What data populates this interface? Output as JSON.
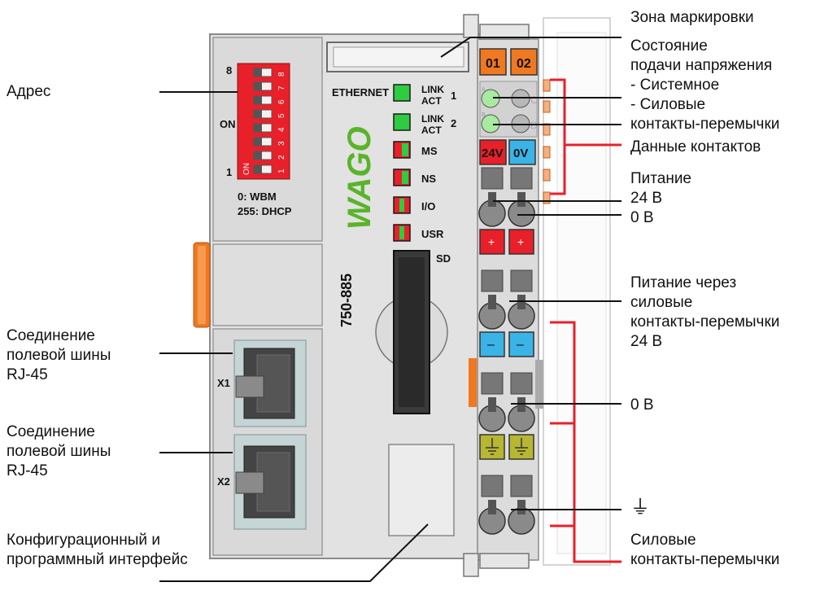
{
  "device": {
    "model": "750-885",
    "brand": "WAGO",
    "ethernet": "ETHERNET",
    "dip_top": "8",
    "dip_on": "ON",
    "dip_bottom": "1",
    "dip_numbers": [
      "8",
      "7",
      "6",
      "5",
      "4",
      "3",
      "2",
      "1"
    ],
    "dip_on_small": "ON",
    "addr_note_1": "0: WBM",
    "addr_note_2": "255: DHCP",
    "led_link1": "LINK",
    "led_act1": "ACT",
    "led_num1": "1",
    "led_link2": "LINK",
    "led_act2": "ACT",
    "led_num2": "2",
    "led_ms": "MS",
    "led_ns": "NS",
    "led_io": "I/O",
    "led_usr": "USR",
    "sd": "SD",
    "port_x1": "X1",
    "port_x2": "X2",
    "mark_01": "01",
    "mark_02": "02",
    "tag_24v": "24V",
    "tag_0v": "0V",
    "plus": "+",
    "minus": "–",
    "led_a": "A",
    "led_b": "B",
    "led_c": "C",
    "led_d": "D"
  },
  "labels_left": {
    "address": "Адрес",
    "fieldbus1": [
      "Соединение",
      "полевой шины",
      "RJ-45"
    ],
    "fieldbus2": [
      "Соединение",
      "полевой шины",
      "RJ-45"
    ],
    "config": [
      "Конфигурационный и",
      "программный интерфейс"
    ]
  },
  "labels_right": {
    "marking": "Зона маркировки",
    "status": [
      "Состояние",
      "подачи напряжения",
      "- Системное",
      "- Силовые",
      "контакты-перемычки"
    ],
    "contacts_data": "Данные контактов",
    "supply": [
      "Питание",
      "24 В",
      "0 В"
    ],
    "power_jumper": [
      "Питание через",
      "силовые",
      "контакты-перемычки",
      "24 В"
    ],
    "zero_v": "0 В",
    "ground_symbol": "⏚",
    "power_contacts": [
      "Силовые",
      "контакты-перемычки"
    ]
  },
  "colors": {
    "housing": "#e2e2e2",
    "housing_dark": "#cfcfcf",
    "dip_red": "#e8202a",
    "led_green": "#2ecc40",
    "led_red": "#e8202a",
    "orange": "#f07820",
    "blue": "#3ab4e6",
    "olive": "#b7b733",
    "red_line": "#e8202a"
  }
}
